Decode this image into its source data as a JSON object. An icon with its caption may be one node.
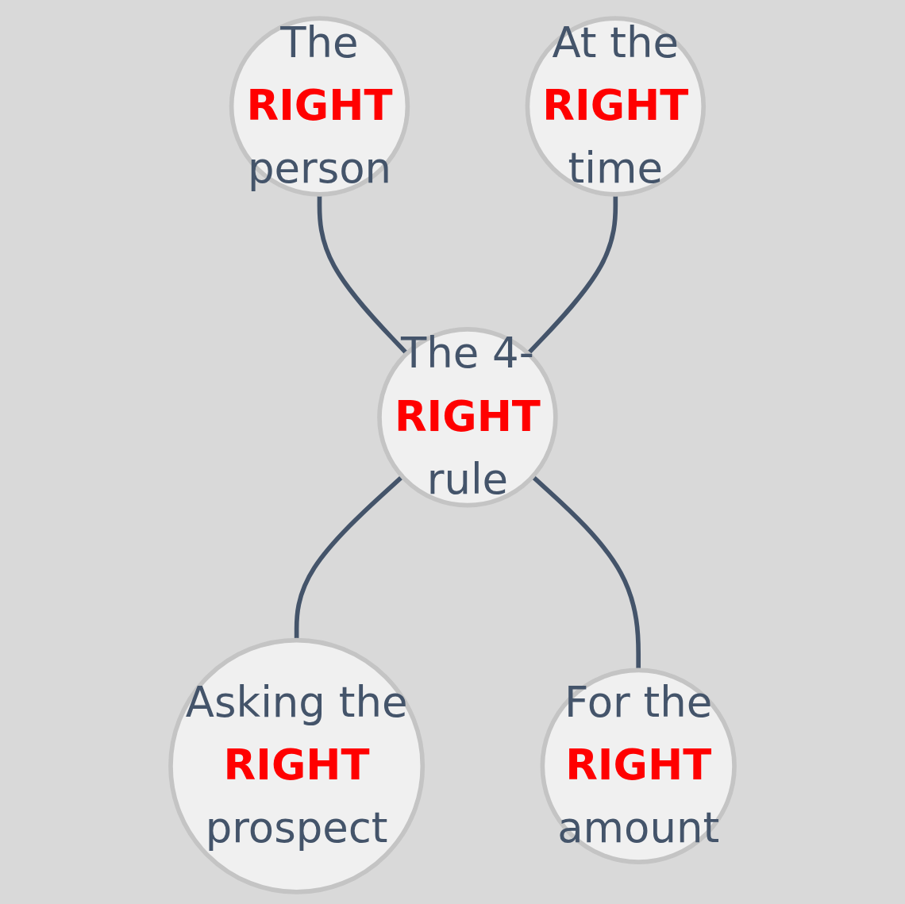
{
  "diagram": {
    "nodes": [
      {
        "text": [
          "The",
          "RIGHT",
          "person"
        ]
      },
      {
        "text": [
          "At the",
          "RIGHT",
          "time"
        ]
      },
      {
        "text": [
          "The 4-",
          "RIGHT",
          "rule"
        ]
      },
      {
        "text": [
          "Asking the",
          "RIGHT",
          "prospect"
        ]
      },
      {
        "text": [
          "For the",
          "RIGHT",
          "amount"
        ]
      }
    ],
    "edges": [
      {
        "from": 0,
        "to": 2,
        "arrow": "none"
      },
      {
        "from": 1,
        "to": 2,
        "arrow": "none"
      },
      {
        "from": 2,
        "to": 3,
        "arrow": "none"
      },
      {
        "from": 2,
        "to": 4,
        "arrow": "none"
      }
    ]
  }
}
